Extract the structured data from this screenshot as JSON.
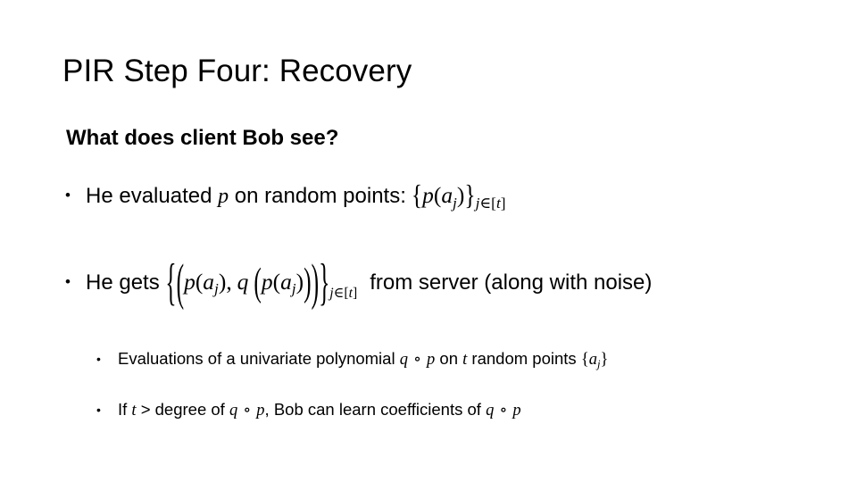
{
  "slide": {
    "background_color": "#ffffff",
    "text_color": "#000000",
    "title": "PIR Step Four: Recovery",
    "bullet_glyph": "•"
  },
  "body": {
    "lines": [
      {
        "level": 0,
        "text": "What does client Bob see?"
      },
      {
        "level": 1,
        "text_before": "He evaluated ",
        "var_p": "p",
        "text_after": " on random points:",
        "math": "{p(a_j)}_{j∈[t]}"
      },
      {
        "level": 1,
        "text_before": "He gets ",
        "math": "{(p(a_j), q(p(a_j)))}_{j∈[t]}",
        "text_after": "from server (along with noise)"
      },
      {
        "level": 2,
        "text_a": "Evaluations of a univariate polynomial ",
        "math_a": "q ∘ p",
        "text_b": " on ",
        "math_b": "t",
        "text_c": " random points ",
        "math_c": "{a_j}"
      },
      {
        "level": 2,
        "text_a": "If ",
        "math_a": "t",
        "text_b": " > degree of ",
        "math_b": "q ∘ p",
        "text_c": ", Bob can learn coefficients of ",
        "math_c": "q ∘ p"
      }
    ]
  },
  "math_tokens": {
    "brace_open": "{",
    "brace_close": "}",
    "paren_open": "(",
    "paren_close": ")",
    "comma": ",",
    "p": "p",
    "q": "q",
    "a": "a",
    "t": "t",
    "j": "j",
    "in": "∈",
    "bracket_open": "[",
    "bracket_close": "]",
    "compose": "∘",
    "greater_than": ">",
    "sub_j_in_t": "j∈[t]"
  }
}
